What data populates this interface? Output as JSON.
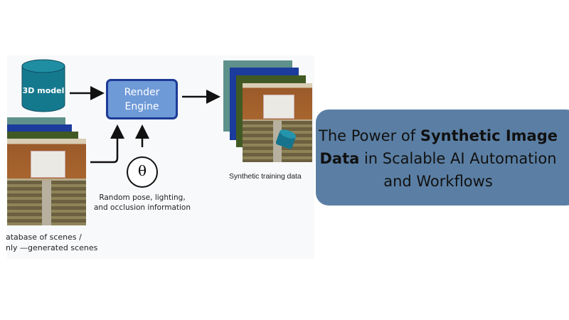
{
  "diagram": {
    "model_label": "3D model",
    "engine_label_line1": "Render",
    "engine_label_line2": "Engine",
    "theta_symbol": "θ",
    "param_caption_line1": "Random pose, lighting,",
    "param_caption_line2": "and occlusion information",
    "scenes_caption_line1": "atabase of scenes /",
    "scenes_caption_line2": "nly —generated scenes",
    "output_caption": "Synthetic training data"
  },
  "title": {
    "part1": "The Power of ",
    "bold1": "Synthetic Image",
    "bold2": "Data",
    "part2": " in Scalable AI Automation",
    "part3": "and Workflows"
  },
  "colors": {
    "title_box": "#5b7fa4",
    "engine_fill": "#6f9ad8",
    "engine_border": "#1c3a96",
    "cylinder": "#167a8f",
    "frame_teal": "#5e918c",
    "frame_blue": "#1b3c9c",
    "frame_green": "#415a24"
  }
}
